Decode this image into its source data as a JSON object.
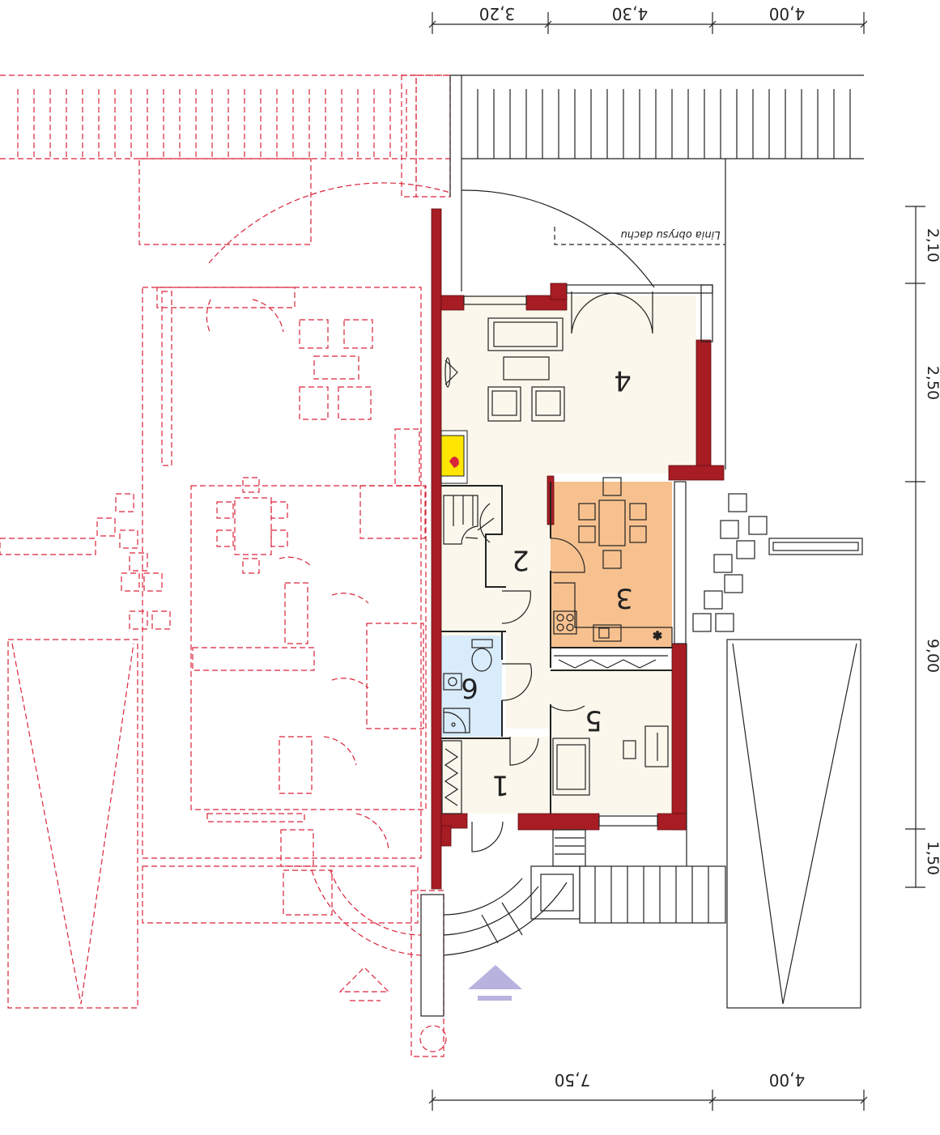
{
  "dimensions_top": [
    "3,20",
    "4,30",
    "4,00"
  ],
  "dimensions_bottom": [
    "7,50",
    "4,00"
  ],
  "dimensions_right": [
    "2,10",
    "2,50",
    "9,00",
    "1,50"
  ],
  "roof_line_label": "Linia obrysu dachu",
  "rooms": [
    {
      "number": "1",
      "color": "#fbf7ec"
    },
    {
      "number": "2",
      "color": "#fbf7ec"
    },
    {
      "number": "3",
      "color": "#f7c18f"
    },
    {
      "number": "4",
      "color": "#fbf7ec"
    },
    {
      "number": "5",
      "color": "#fbf7ec"
    },
    {
      "number": "6",
      "color": "#d9ecfb"
    }
  ],
  "colors": {
    "wall": "#a81c24",
    "neighbor_dashed": "#d9253a",
    "fireplace": "#ffe500",
    "entrance_arrow": "#b7b2de"
  }
}
